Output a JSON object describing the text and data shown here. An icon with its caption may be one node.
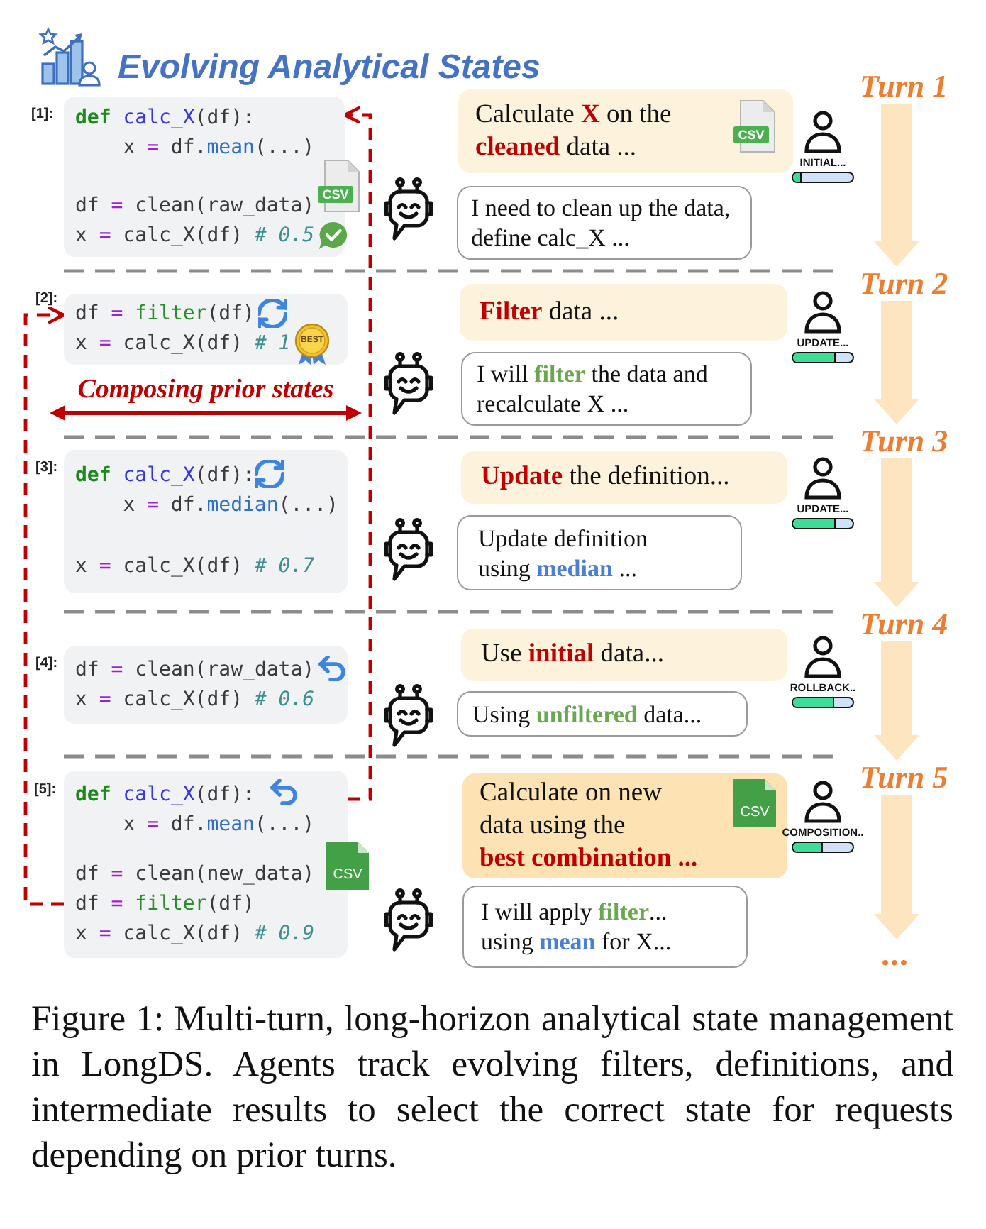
{
  "diagram": {
    "title": "Evolving Analytical States",
    "caption": "Figure 1: Multi-turn, long-horizon analytical state management in LongDS. Agents track evolving filters, definitions, and intermediate results to select the correct state for requests depending on prior turns.",
    "nodes": [
      {
        "text": [
          "def calc_X(df):",
          "x = df.mean(...)",
          "df = clean(raw_data)",
          "x = calc_X(df) # 0.5"
        ],
        "beside": [
          "[1]:"
        ]
      },
      {
        "text": [
          "Turn 1"
        ]
      },
      {
        "text": [
          "Calculate **X** on the **cleaned** data ..."
        ]
      },
      {
        "text": [
          "I need to clean up the data, define calc_X ..."
        ]
      },
      {
        "text": [
          "df = filter(df)",
          "x = calc_X(df) # 1"
        ],
        "beside": [
          "[2]:"
        ]
      },
      {
        "text": [
          "Turn 2"
        ]
      },
      {
        "text": [
          "**Filter** data ..."
        ]
      },
      {
        "text": [
          "I will **filter** the data and recalculate X ..."
        ]
      },
      {
        "text": [
          "def calc_X(df):",
          "x = df.median(...)",
          "x = calc_X(df) # 0.7"
        ],
        "beside": [
          "[3]:"
        ]
      },
      {
        "text": [
          "Turn 3"
        ]
      },
      {
        "text": [
          "**Update** the definition..."
        ]
      },
      {
        "text": [
          "Update definition using **median** ..."
        ]
      },
      {
        "text": [
          "df = clean(raw_data)",
          "x = calc_X(df) # 0.6"
        ],
        "beside": [
          "[4]:"
        ]
      },
      {
        "text": [
          "Turn 4"
        ]
      },
      {
        "text": [
          "Use **initial** data..."
        ]
      },
      {
        "text": [
          "Using **unfiltered** data..."
        ]
      },
      {
        "text": [
          "def calc_X(df):",
          "x = df.mean(...)",
          "df = clean(new_data)",
          "df = filter(df)",
          "x = calc_X(df) # 0.9"
        ],
        "beside": [
          "[5]:"
        ]
      },
      {
        "text": [
          "Turn 5"
        ]
      },
      {
        "text": [
          "Calculate on new data using the **best combination ...**"
        ]
      },
      {
        "text": [
          "I will apply **filter**... using **mean** for X..."
        ]
      },
      {
        "text": [
          "..."
        ]
      }
    ],
    "edges": [
      {
        "from": 16,
        "to": 0,
        "arrow": "to",
        "style": "dashed",
        "color": "#c00000"
      },
      {
        "from": 16,
        "to": 4,
        "arrow": "to",
        "style": "dashed",
        "color": "#c00000"
      },
      {
        "from": 1,
        "to": 5,
        "arrow": "to"
      },
      {
        "from": 5,
        "to": 9,
        "arrow": "to"
      },
      {
        "from": 9,
        "to": 13,
        "arrow": "to"
      },
      {
        "from": 13,
        "to": 17,
        "arrow": "to"
      },
      {
        "from": 17,
        "to": 20,
        "arrow": "to"
      }
    ],
    "labels": [
      "CSV",
      "INITIAL...",
      "CSV",
      "BEST",
      "UPDATE...",
      "Composing prior states",
      "UPDATE...",
      "ROLLBACK..",
      "CSV",
      "COMPOSITION..",
      "CSV"
    ]
  }
}
